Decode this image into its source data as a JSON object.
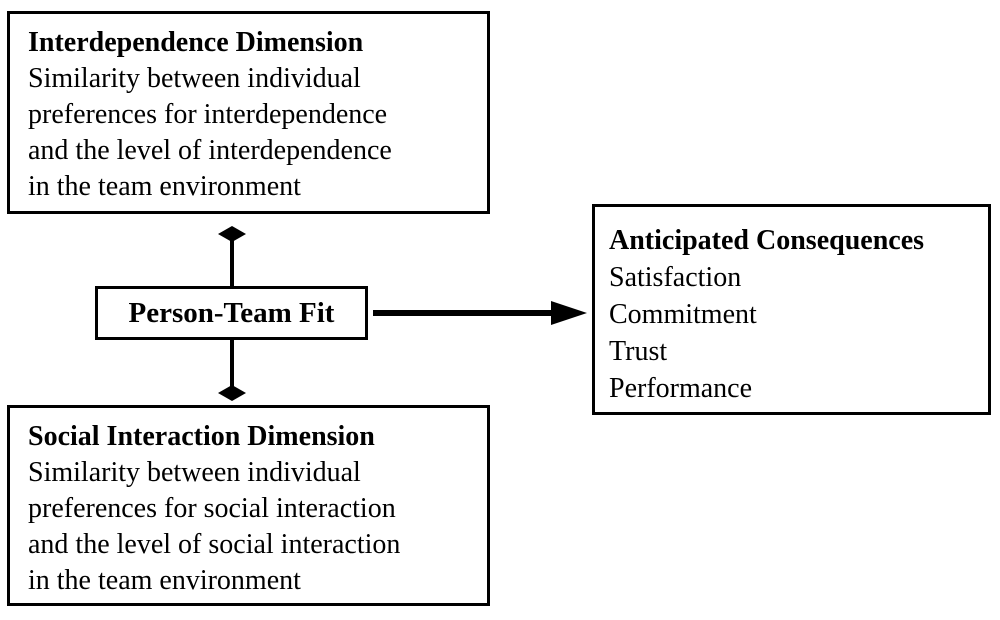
{
  "diagram": {
    "colors": {
      "border": "#000000",
      "background": "#ffffff",
      "text": "#000000"
    },
    "boxes": {
      "interdependence": {
        "title": "Interdependence Dimension",
        "lines": [
          "Similarity between individual",
          "preferences for interdependence",
          "and the level of interdependence",
          "in the team environment"
        ]
      },
      "person_team_fit": {
        "label": "Person-Team Fit"
      },
      "social_interaction": {
        "title": "Social Interaction Dimension",
        "lines": [
          "Similarity between individual",
          "preferences for social interaction",
          "and the level of social interaction",
          "in the team environment"
        ]
      },
      "anticipated_consequences": {
        "title": "Anticipated Consequences",
        "items": [
          "Satisfaction",
          "Commitment",
          "Trust",
          "Performance"
        ]
      }
    },
    "connectors": [
      "diamond-link from person-team-fit up to interdependence-dimension",
      "diamond-link from person-team-fit down to social-interaction-dimension",
      "arrow from person-team-fit right to anticipated-consequences"
    ]
  }
}
